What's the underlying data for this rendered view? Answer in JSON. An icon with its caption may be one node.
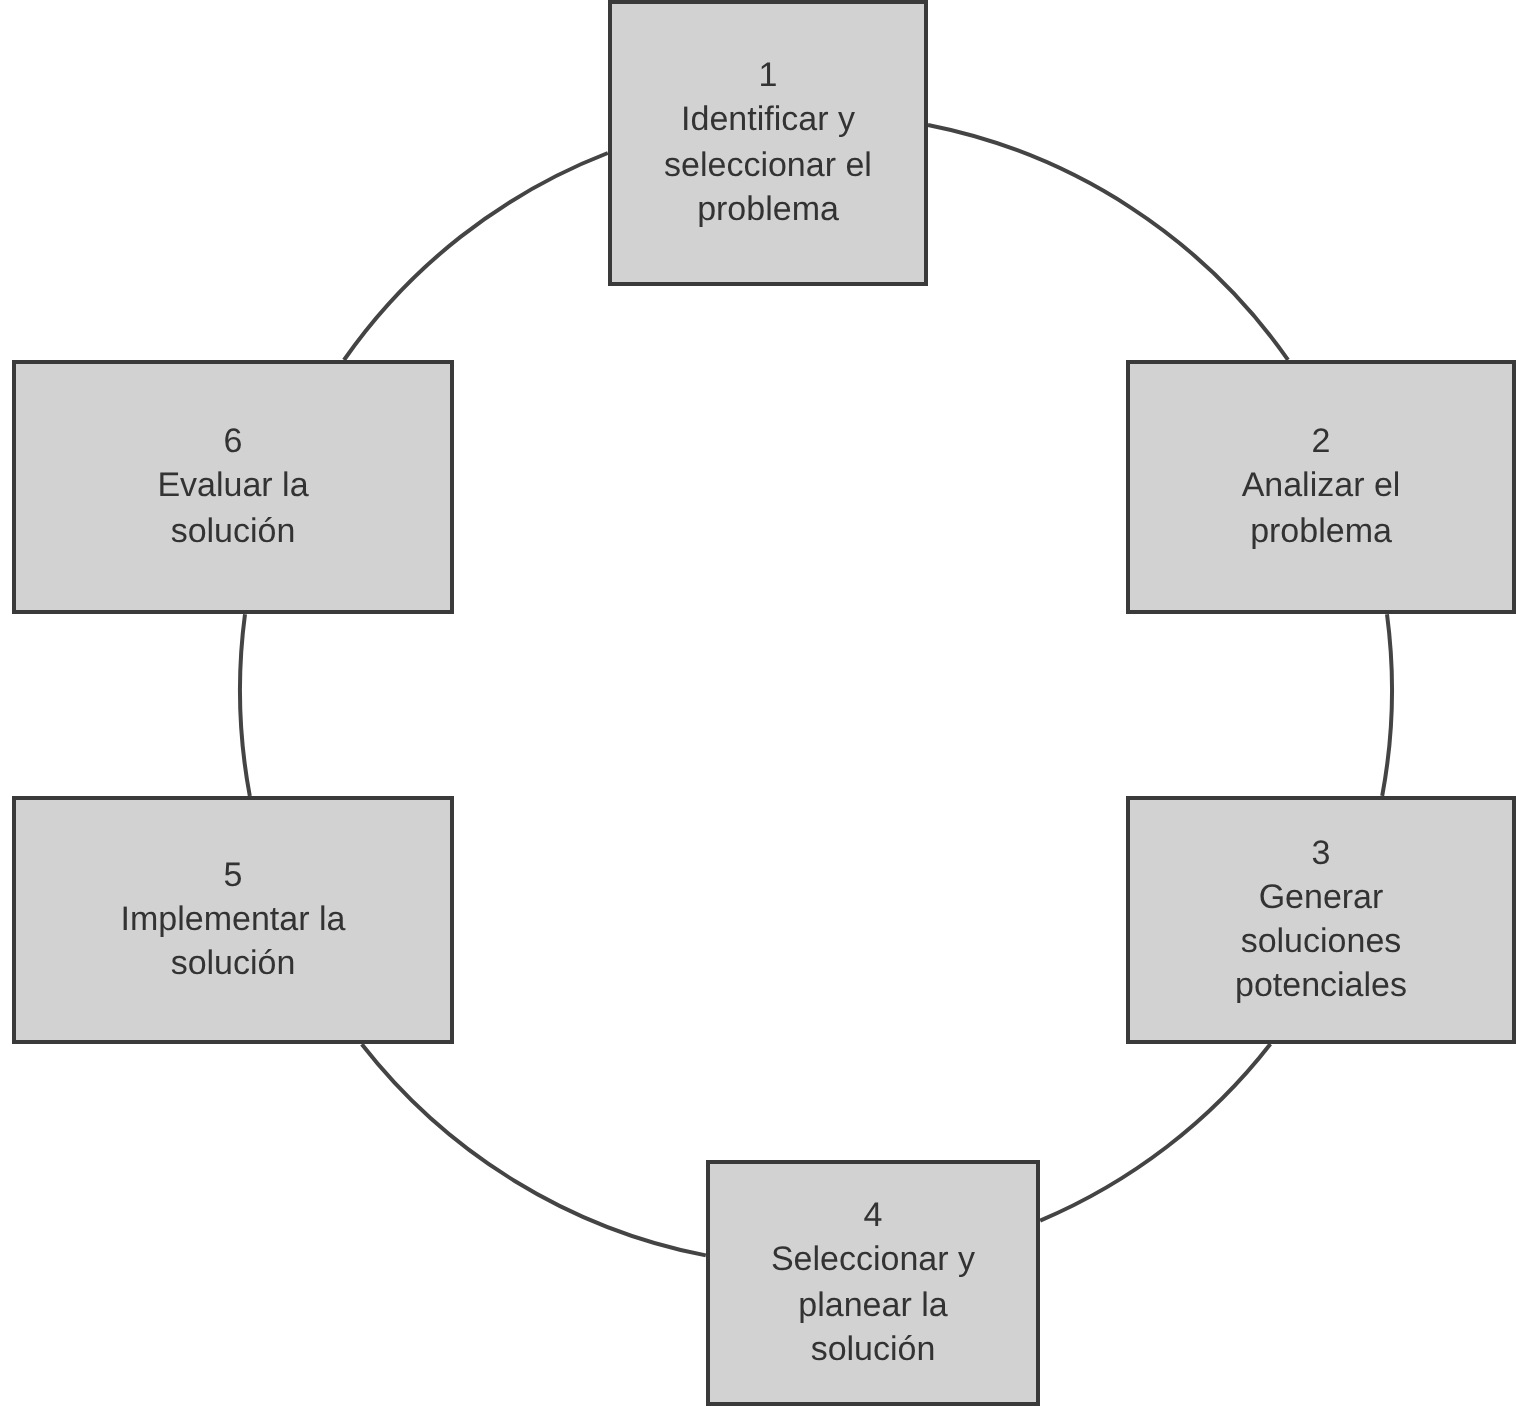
{
  "diagram": {
    "nodes": [
      {
        "text": [
          "1",
          "Identificar y seleccionar el problema"
        ]
      },
      {
        "text": [
          "2",
          "Analizar el problema"
        ]
      },
      {
        "text": [
          "3",
          "Generar soluciones potenciales"
        ]
      },
      {
        "text": [
          "4",
          "Seleccionar y planear la solución"
        ]
      },
      {
        "text": [
          "5",
          "Implementar la solución"
        ]
      },
      {
        "text": [
          "6",
          "Evaluar la solución"
        ]
      }
    ],
    "edges": [
      {
        "from": 0,
        "to": 1,
        "arrow": "none"
      },
      {
        "from": 1,
        "to": 2,
        "arrow": "none"
      },
      {
        "from": 2,
        "to": 3,
        "arrow": "none"
      },
      {
        "from": 3,
        "to": 4,
        "arrow": "none"
      },
      {
        "from": 4,
        "to": 5,
        "arrow": "none"
      },
      {
        "from": 5,
        "to": 0,
        "arrow": "none"
      }
    ]
  }
}
